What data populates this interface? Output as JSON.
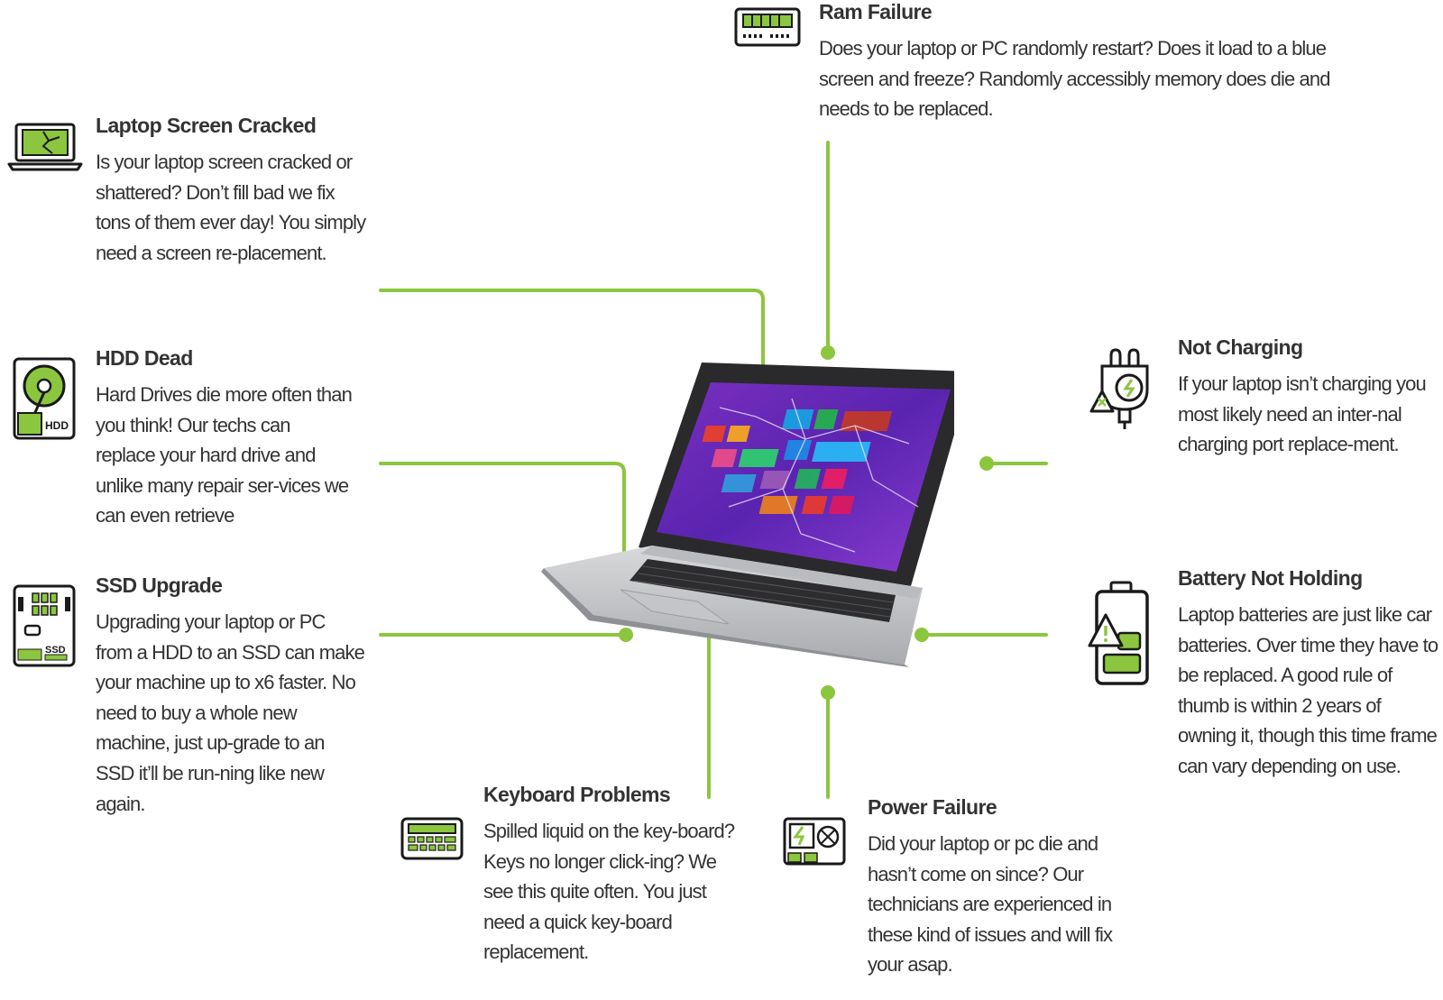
{
  "colors": {
    "accent": "#8cc63f",
    "dark": "#1a1a1a",
    "text": "#333333"
  },
  "issues": [
    {
      "id": "ram",
      "icon": "ram-icon",
      "title": "Ram Failure",
      "body": "Does your laptop or PC randomly restart? Does it load to a blue screen and freeze? Randomly accessibly memory does die and needs to be replaced."
    },
    {
      "id": "screen",
      "icon": "laptop-screen-icon",
      "title": "Laptop Screen Cracked",
      "body": "Is your laptop screen cracked or shattered? Don’t fill bad we fix tons of them ever day! You simply need a screen re-placement."
    },
    {
      "id": "hdd",
      "icon": "hdd-icon",
      "title": "HDD Dead",
      "body": "Hard Drives die more often than you think! Our techs can replace your hard drive and unlike many repair ser-vices we can even retrieve"
    },
    {
      "id": "ssd",
      "icon": "ssd-icon",
      "title": "SSD Upgrade",
      "body": "Upgrading your laptop or PC from a HDD to an SSD can make your machine up to x6 faster. No need to buy a whole new machine, just up-grade to an SSD it’ll be run-ning like new again."
    },
    {
      "id": "keyboard",
      "icon": "keyboard-icon",
      "title": "Keyboard Problems",
      "body": "Spilled liquid on the key-board? Keys no longer click-ing? We see this quite often. You just need a quick key-board replacement."
    },
    {
      "id": "power",
      "icon": "power-board-icon",
      "title": "Power Failure",
      "body": "Did your laptop or pc die and hasn’t come on since? Our technicians are experienced in these kind of issues and will fix your asap."
    },
    {
      "id": "charging",
      "icon": "charger-plug-icon",
      "title": "Not Charging",
      "body": "If your laptop isn’t charging you most likely need an inter-nal charging port replace-ment."
    },
    {
      "id": "battery",
      "icon": "battery-icon",
      "title": "Battery Not Holding",
      "body": "Laptop batteries are just like car batteries. Over time they have to be replaced. A good rule of thumb is within 2 years of owning it, though this time frame can vary depending on use."
    }
  ],
  "laptop": {
    "icon": "laptop-image"
  }
}
